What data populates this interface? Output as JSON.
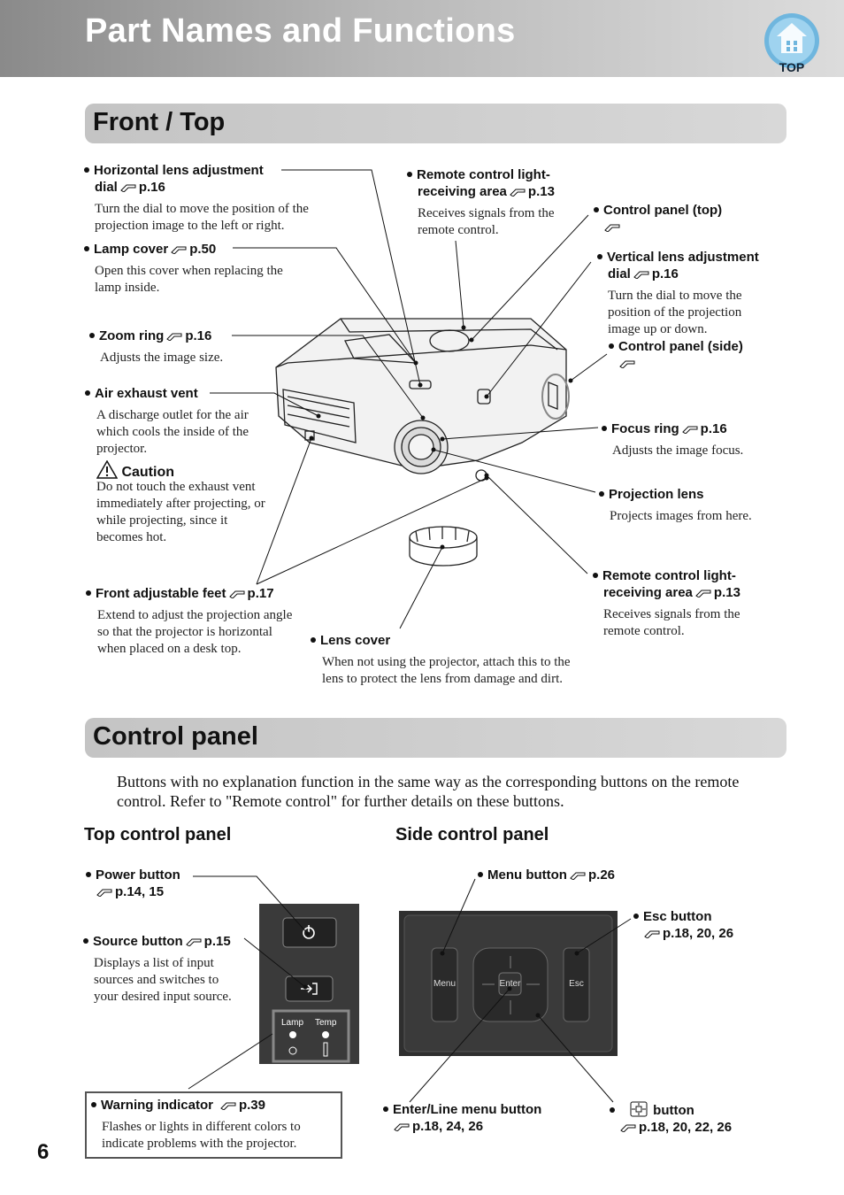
{
  "header": {
    "title": "Part Names and Functions",
    "top_button_label": "TOP"
  },
  "section_front": {
    "title": "Front / Top"
  },
  "front_items": {
    "horizontal_dial": {
      "label_line1": "Horizontal lens adjustment",
      "label_line2": "dial",
      "ref": "p.16",
      "desc_line1": "Turn the dial to move the position of the",
      "desc_line2": "projection image to the left or right."
    },
    "lamp_cover": {
      "label": "Lamp cover",
      "ref": "p.50",
      "desc_line1": "Open this cover when replacing the",
      "desc_line2": "lamp inside."
    },
    "zoom_ring": {
      "label": "Zoom ring",
      "ref": "p.16",
      "desc": "Adjusts the image size."
    },
    "air_vent": {
      "label": "Air exhaust vent",
      "desc_line1": "A discharge outlet for the air",
      "desc_line2": "which cools the inside of the",
      "desc_line3": "projector.",
      "caution_label": "Caution",
      "caution_line1": "Do not touch the exhaust vent",
      "caution_line2": "immediately after projecting, or",
      "caution_line3": "while projecting, since it",
      "caution_line4": "becomes hot."
    },
    "front_feet": {
      "label": "Front adjustable feet",
      "ref": "p.17",
      "desc_line1": "Extend to adjust the projection angle",
      "desc_line2": "so that the projector is horizontal",
      "desc_line3": "when placed on a desk top."
    },
    "lens_cover": {
      "label": "Lens cover",
      "desc_line1": "When not using the projector, attach this to the",
      "desc_line2": "lens to protect the lens from damage and dirt."
    },
    "remote_top": {
      "label_line1": "Remote control light-",
      "label_line2": "receiving area",
      "ref": "p.13",
      "desc_line1": "Receives signals from the",
      "desc_line2": "remote control."
    },
    "control_panel_top": {
      "label": "Control panel (top)"
    },
    "vertical_dial": {
      "label_line1": "Vertical lens adjustment",
      "label_line2": "dial",
      "ref": "p.16",
      "desc_line1": "Turn the dial to move the",
      "desc_line2": "position of the projection",
      "desc_line3": "image up or down."
    },
    "control_panel_side": {
      "label": "Control panel (side)"
    },
    "focus_ring": {
      "label": "Focus ring",
      "ref": "p.16",
      "desc": "Adjusts the image focus."
    },
    "projection_lens": {
      "label": "Projection lens",
      "desc": "Projects images from here."
    },
    "remote_front": {
      "label_line1": "Remote control light-",
      "label_line2": "receiving area",
      "ref": "p.13",
      "desc_line1": "Receives signals from the",
      "desc_line2": "remote control."
    }
  },
  "section_control": {
    "title": "Control panel"
  },
  "intro_line1": "Buttons with no explanation function in the same way as the corresponding buttons on the remote",
  "intro_line2": "control. Refer to \"Remote control\" for further details on these buttons.",
  "top_panel": {
    "title": "Top control panel",
    "power": {
      "label": "Power button",
      "ref": "p.14, 15"
    },
    "source": {
      "label": "Source button",
      "ref": "p.15",
      "desc_line1": "Displays a list of input",
      "desc_line2": "sources and switches to",
      "desc_line3": "your desired input source."
    },
    "lamp_text": "Lamp",
    "temp_text": "Temp",
    "warning": {
      "label": "Warning indicator",
      "ref": "p.39",
      "desc_line1": "Flashes or lights in different colors to",
      "desc_line2": "indicate problems with the projector."
    }
  },
  "side_panel": {
    "title": "Side control panel",
    "menu": {
      "label": "Menu button",
      "ref": "p.26",
      "key_text": "Menu"
    },
    "esc": {
      "label": "Esc button",
      "ref": "p.18, 20, 26",
      "key_text": "Esc"
    },
    "enter": {
      "label": "Enter/Line menu button",
      "ref": "p.18, 24, 26",
      "key_text": "Enter"
    },
    "arrows": {
      "label": "button",
      "ref": "p.18, 20, 22, 26"
    }
  },
  "page_number": "6",
  "colors": {
    "header_gradient_start": "#8a8a8a",
    "section_bar": "#c8c8c8",
    "panel_dark": "#333333"
  }
}
